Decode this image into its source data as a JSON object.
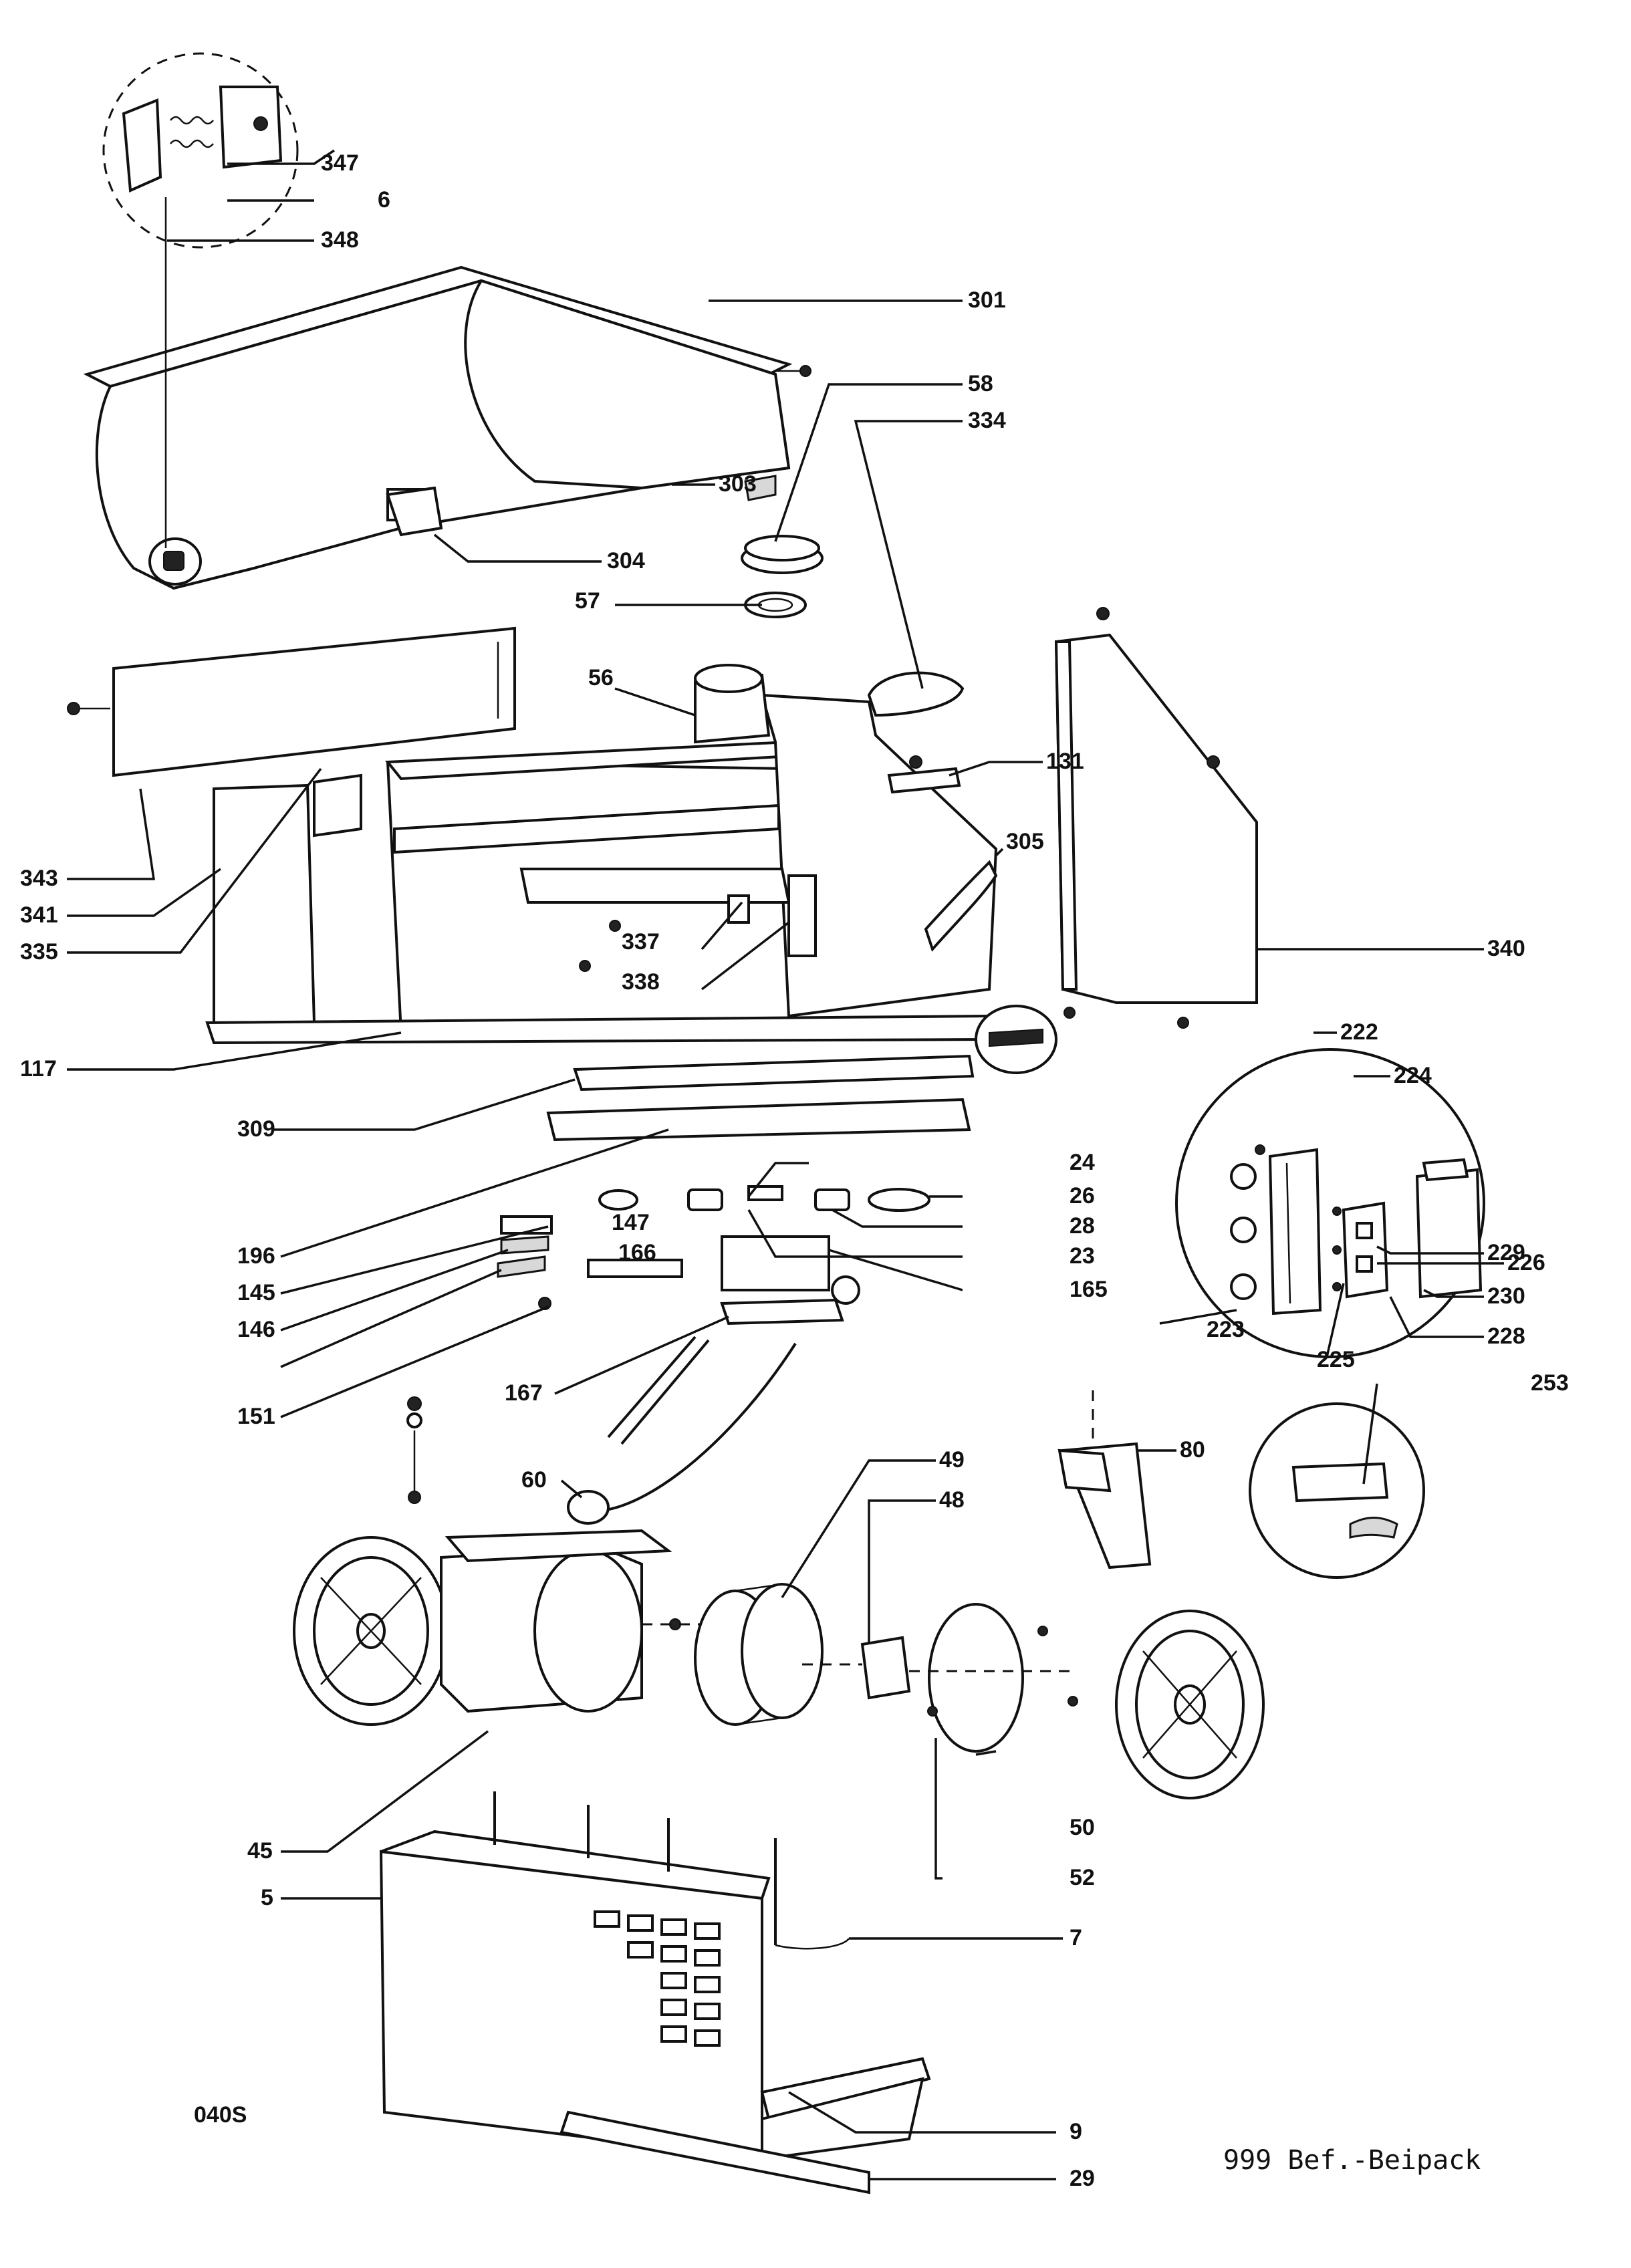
{
  "diagram": {
    "parts": [
      {
        "num": "347"
      },
      {
        "num": "6"
      },
      {
        "num": "348"
      },
      {
        "num": "301"
      },
      {
        "num": "58"
      },
      {
        "num": "334"
      },
      {
        "num": "303"
      },
      {
        "num": "304"
      },
      {
        "num": "57"
      },
      {
        "num": "56"
      },
      {
        "num": "131"
      },
      {
        "num": "305"
      },
      {
        "num": "343"
      },
      {
        "num": "341"
      },
      {
        "num": "335"
      },
      {
        "num": "337"
      },
      {
        "num": "338"
      },
      {
        "num": "340"
      },
      {
        "num": "117"
      },
      {
        "num": "222"
      },
      {
        "num": "224"
      },
      {
        "num": "309"
      },
      {
        "num": "24"
      },
      {
        "num": "26"
      },
      {
        "num": "226"
      },
      {
        "num": "147"
      },
      {
        "num": "28"
      },
      {
        "num": "196"
      },
      {
        "num": "166"
      },
      {
        "num": "23"
      },
      {
        "num": "229"
      },
      {
        "num": "145"
      },
      {
        "num": "165"
      },
      {
        "num": "230"
      },
      {
        "num": "146"
      },
      {
        "num": "223"
      },
      {
        "num": "228"
      },
      {
        "num": "225"
      },
      {
        "num": "167"
      },
      {
        "num": "253"
      },
      {
        "num": "151"
      },
      {
        "num": "49"
      },
      {
        "num": "80"
      },
      {
        "num": "60"
      },
      {
        "num": "48"
      },
      {
        "num": "50"
      },
      {
        "num": "45"
      },
      {
        "num": "52"
      },
      {
        "num": "5"
      },
      {
        "num": "7"
      },
      {
        "num": "9"
      },
      {
        "num": "29"
      }
    ],
    "drawing_code": "040S",
    "footer_note": "999 Bef.-Beipack"
  }
}
